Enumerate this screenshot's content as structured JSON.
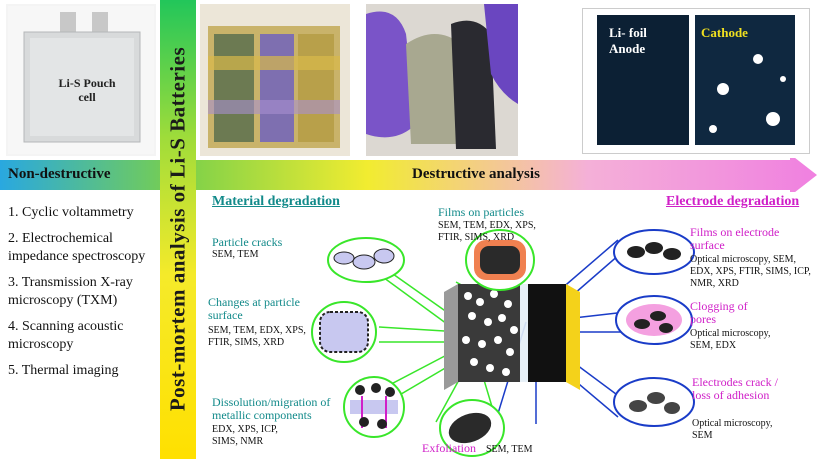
{
  "photos": {
    "pouch_label": "Li-S Pouch cell",
    "anode_label": "Li- foil Anode",
    "cathode_label": "Cathode"
  },
  "title": "Post-mortem analysis of Li-S Batteries",
  "arrow": {
    "left_label": "Non-destructive",
    "right_label": "Destructive analysis"
  },
  "nondestructive": [
    "1. Cyclic voltammetry",
    "2. Electrochemical impedance spectroscopy",
    "3. Transmission X-ray microscopy (TXM)",
    "4. Scanning acoustic microscopy",
    "5. Thermal imaging"
  ],
  "material": {
    "header": "Material degradation",
    "cracks_title": "Particle cracks",
    "cracks_methods": "SEM, TEM",
    "surface_title": "Changes at particle surface",
    "surface_methods": "SEM, TEM, EDX, XPS, FTIR, SIMS, XRD",
    "dissolution_title": "Dissolution/migration of metallic components",
    "dissolution_methods": "EDX, XPS, ICP, SIMS, NMR",
    "films_title": "Films on particles",
    "films_methods": "SEM, TEM, EDX, XPS, FTIR, SIMS, XRD",
    "exfoliation_title": "Exfoliation",
    "exfoliation_methods": "SEM, TEM"
  },
  "electrode": {
    "header": "Electrode degradation",
    "films_title": "Films on electrode surface",
    "films_methods": "Optical microscopy, SEM, EDX, XPS, FTIR, SIMS, ICP, NMR, XRD",
    "clogging_title": "Clogging of pores",
    "clogging_methods": "Optical microscopy, SEM, EDX",
    "crack_title": "Electrodes crack / loss of adhesion",
    "crack_methods": "Optical microscopy, SEM"
  }
}
